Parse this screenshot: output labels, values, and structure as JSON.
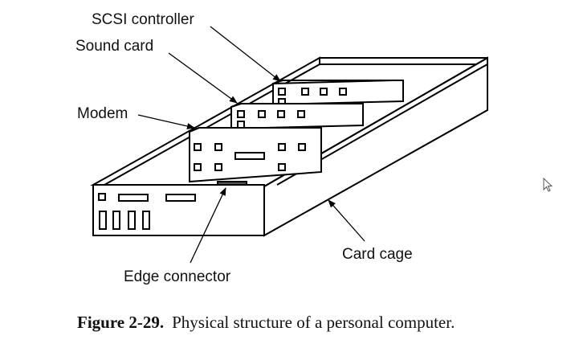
{
  "diagram": {
    "labels": {
      "scsi_controller": "SCSI controller",
      "sound_card": "Sound card",
      "modem": "Modem",
      "card_cage": "Card cage",
      "edge_connector": "Edge connector"
    }
  },
  "caption": {
    "figure_number": "Figure 2-29.",
    "text": "Physical structure of a personal computer."
  },
  "cursor": {
    "icon": "mouse-pointer-icon"
  }
}
